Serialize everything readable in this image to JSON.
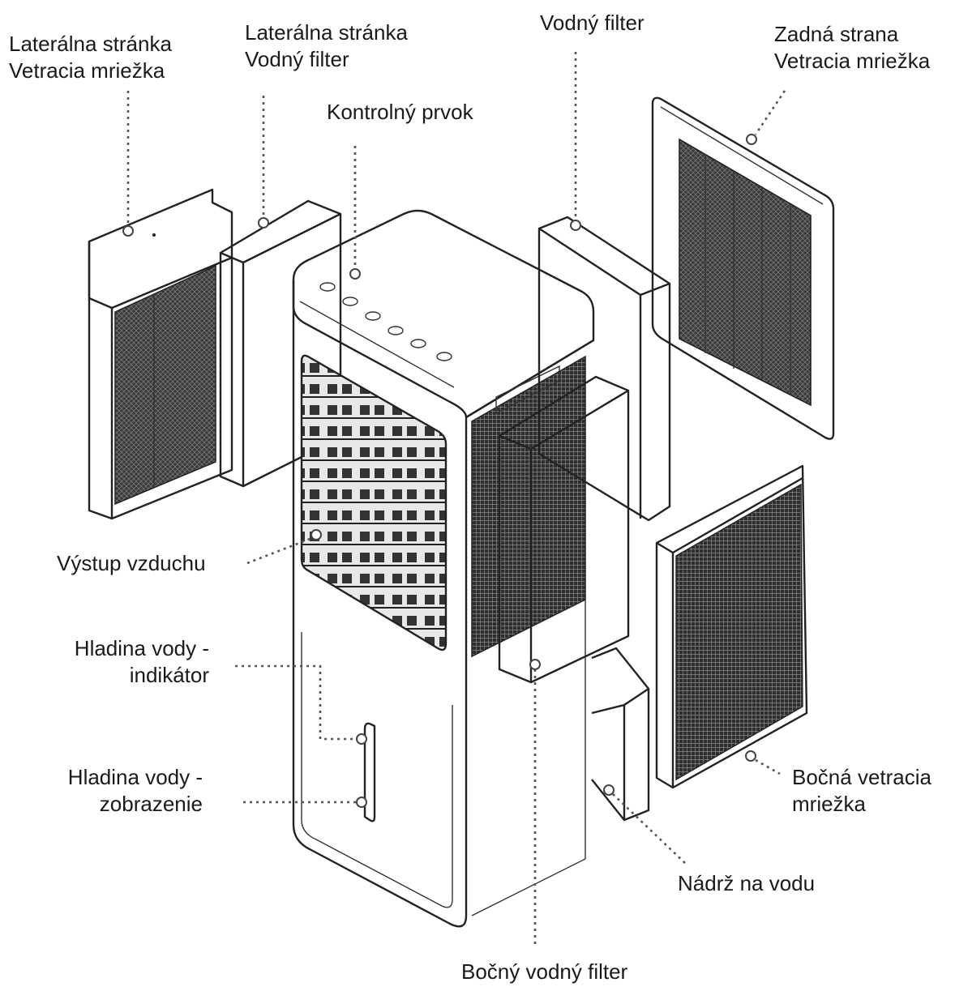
{
  "labels": {
    "side_grille": {
      "line1": "Laterálna stránka",
      "line2": "Vetracia mriežka"
    },
    "side_filter": {
      "line1": "Laterálna stránka",
      "line2": "Vodný filter"
    },
    "control": "Kontrolný prvok",
    "water_filter": "Vodný filter",
    "back_grille": {
      "line1": "Zadná strana",
      "line2": "Vetracia mriežka"
    },
    "air_outlet": "Výstup vzduchu",
    "level_indicator": {
      "line1": "Hladina vody -",
      "line2": "indikátor"
    },
    "level_display": {
      "line1": "Hladina vody -",
      "line2": "zobrazenie"
    },
    "side_vent_grille": {
      "line1": "Bočná vetracia",
      "line2": "mriežka"
    },
    "water_tank": "Nádrž na vodu",
    "side_water_filter": "Bočný vodný filter"
  }
}
